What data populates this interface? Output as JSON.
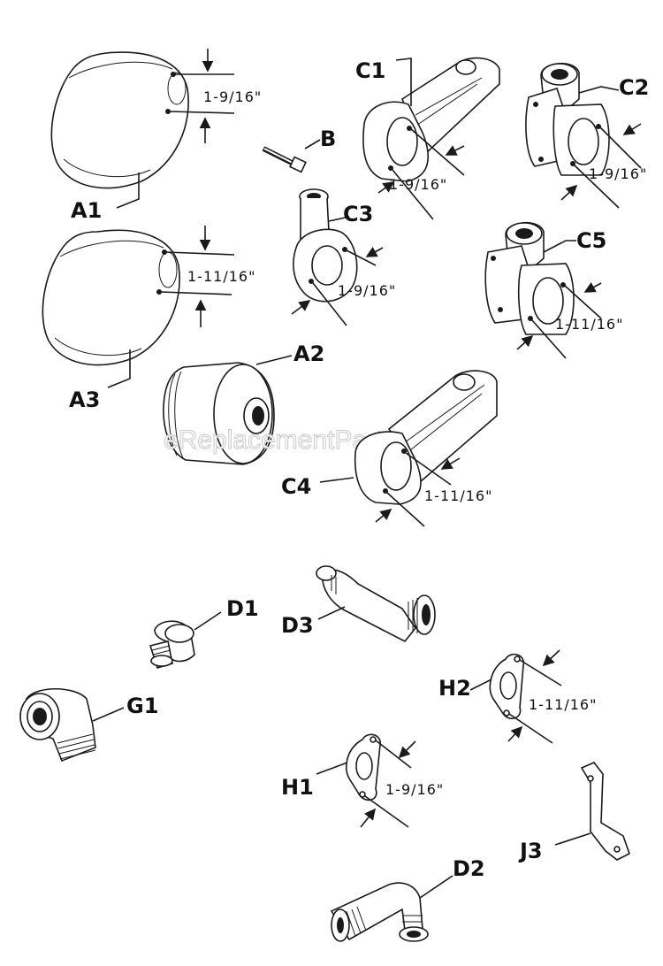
{
  "watermark": "eReplacementParts.com",
  "parts": {
    "A1": {
      "label": "A1",
      "dimension": "1-9/16\""
    },
    "A3": {
      "label": "A3",
      "dimension": "1-11/16\""
    },
    "A2": {
      "label": "A2"
    },
    "B": {
      "label": "B"
    },
    "C1": {
      "label": "C1",
      "dimension": "1-9/16\""
    },
    "C2": {
      "label": "C2",
      "dimension": "1-9/16\""
    },
    "C3": {
      "label": "C3",
      "dimension": "1-9/16\""
    },
    "C4": {
      "label": "C4",
      "dimension": "1-11/16\""
    },
    "C5": {
      "label": "C5",
      "dimension": "1-11/16\""
    },
    "D1": {
      "label": "D1"
    },
    "D2": {
      "label": "D2"
    },
    "D3": {
      "label": "D3"
    },
    "G1": {
      "label": "G1"
    },
    "H1": {
      "label": "H1",
      "dimension": "1-9/16\""
    },
    "H2": {
      "label": "H2",
      "dimension": "1-11/16\""
    },
    "J3": {
      "label": "J3"
    }
  }
}
